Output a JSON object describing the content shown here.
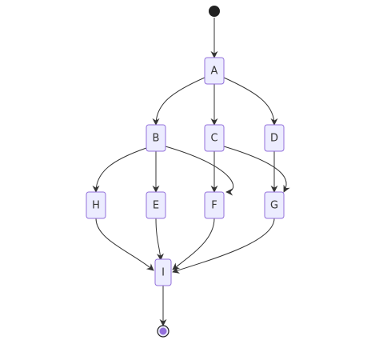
{
  "diagram": {
    "type": "state-diagram",
    "colors": {
      "node_fill": "#ECECFF",
      "node_stroke": "#9370DB",
      "edge": "#333333",
      "start": "#222222",
      "end_inner": "#9370DB"
    },
    "nodes": [
      {
        "id": "A",
        "label": "A"
      },
      {
        "id": "B",
        "label": "B"
      },
      {
        "id": "C",
        "label": "C"
      },
      {
        "id": "D",
        "label": "D"
      },
      {
        "id": "H",
        "label": "H"
      },
      {
        "id": "E",
        "label": "E"
      },
      {
        "id": "F",
        "label": "F"
      },
      {
        "id": "G",
        "label": "G"
      },
      {
        "id": "I",
        "label": "I"
      }
    ],
    "edges": [
      {
        "from": "start",
        "to": "A"
      },
      {
        "from": "A",
        "to": "B"
      },
      {
        "from": "A",
        "to": "C"
      },
      {
        "from": "A",
        "to": "D"
      },
      {
        "from": "B",
        "to": "H"
      },
      {
        "from": "B",
        "to": "E"
      },
      {
        "from": "B",
        "to": "F"
      },
      {
        "from": "C",
        "to": "F"
      },
      {
        "from": "C",
        "to": "G"
      },
      {
        "from": "D",
        "to": "G"
      },
      {
        "from": "H",
        "to": "I"
      },
      {
        "from": "E",
        "to": "I"
      },
      {
        "from": "F",
        "to": "I"
      },
      {
        "from": "G",
        "to": "I"
      },
      {
        "from": "I",
        "to": "end"
      }
    ]
  }
}
